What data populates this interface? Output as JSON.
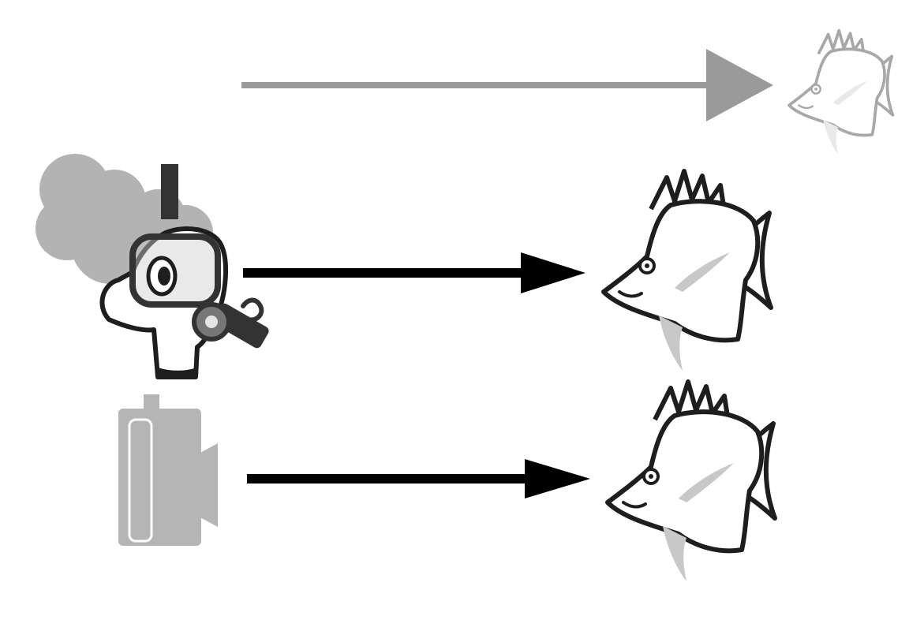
{
  "diagram": {
    "kind": "line-of-sight illustration",
    "rows": [
      {
        "id": "top",
        "subject": "none",
        "arrow": "light-gray",
        "target": "butterflyfish",
        "target_style": "faded"
      },
      {
        "id": "middle",
        "subject": "snorkel-diver",
        "arrow": "black",
        "target": "butterflyfish",
        "target_style": "full"
      },
      {
        "id": "bottom",
        "subject": "camera-housing",
        "arrow": "black",
        "target": "butterflyfish",
        "target_style": "full"
      }
    ],
    "colors": {
      "outline": "#1e1e1e",
      "arrow_dark": "#000000",
      "arrow_light": "#9a9a9a",
      "fish_accent": "#c8c8c8",
      "faded_outline": "#b4b4b4",
      "hair": "#b3b3b3",
      "camera": "#b5b5b5",
      "snorkel": "#333333"
    }
  }
}
